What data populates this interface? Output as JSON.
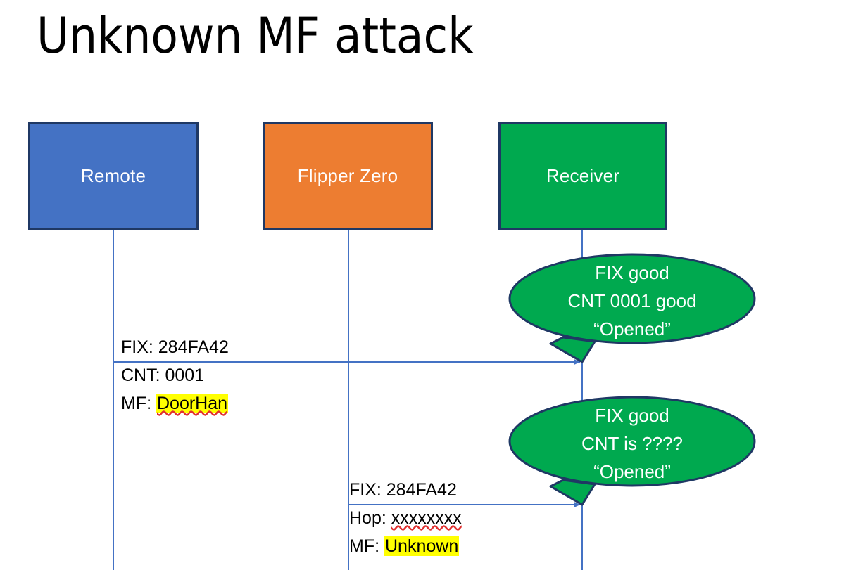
{
  "slide": {
    "title": "Unknown MF attack",
    "background": "#FFFFFF"
  },
  "colors": {
    "remote_fill": "#4472C4",
    "flipper_fill": "#ED7D31",
    "receiver_fill": "#00A94F",
    "box_border": "#1F3864",
    "line": "#4472C4",
    "highlight": "#FFFF00",
    "spell_error": "#E03030",
    "text_dark": "#000000",
    "text_light": "#FFFFFF"
  },
  "actors": [
    {
      "id": "remote",
      "label": "Remote"
    },
    {
      "id": "flipper",
      "label": "Flipper Zero"
    },
    {
      "id": "receiver",
      "label": "Receiver"
    }
  ],
  "messages": [
    {
      "id": "remote-to-receiver",
      "from": "Remote",
      "to": "Receiver",
      "lines": [
        {
          "text": "FIX: 284FA42",
          "highlight": false,
          "spellcheck_error": false
        },
        {
          "text": "CNT: 0001",
          "highlight": false,
          "spellcheck_error": false
        }
      ],
      "label_prefix": "MF: ",
      "label_value": "DoorHan",
      "label_highlighted": true,
      "label_spellcheck_error": true
    },
    {
      "id": "flipper-to-receiver",
      "from": "Flipper Zero",
      "to": "Receiver",
      "lines": [
        {
          "text": "FIX: 284FA42",
          "highlight": false,
          "spellcheck_error": false
        }
      ],
      "hop_prefix": "Hop: ",
      "hop_value": "xxxxxxxx",
      "hop_spellcheck_error": true,
      "label_prefix": "MF: ",
      "label_value": "Unknown",
      "label_highlighted": true,
      "label_spellcheck_error": false
    }
  ],
  "bubbles": [
    {
      "id": "bubble-receiver-1",
      "owner": "Receiver",
      "lines": [
        "FIX good",
        "CNT 0001 good",
        "“Opened”"
      ]
    },
    {
      "id": "bubble-receiver-2",
      "owner": "Receiver",
      "lines": [
        "FIX good",
        "CNT is ????",
        "“Opened”"
      ]
    }
  ]
}
